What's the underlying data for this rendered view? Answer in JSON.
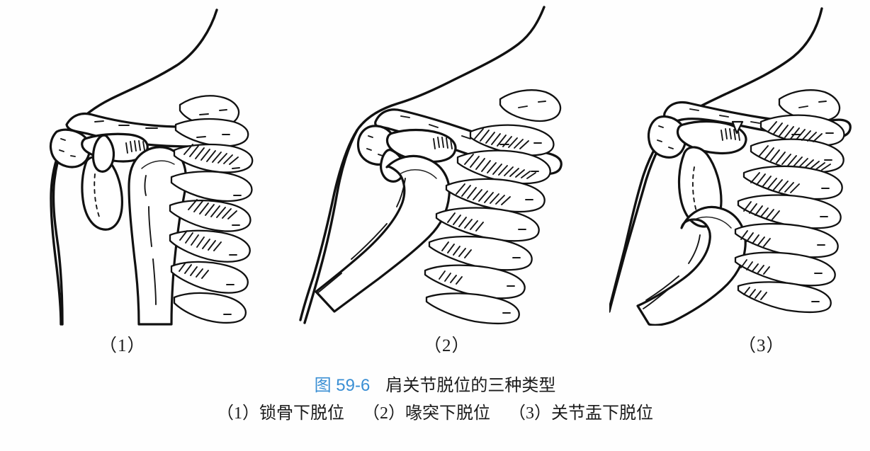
{
  "figure": {
    "label": "图 59-6",
    "label_color": "#3a8fd4",
    "title": "肩关节脱位的三种类型",
    "panel_numbers": [
      "（1）",
      "（2）",
      "（3）"
    ],
    "legend_items": [
      "（1）锁骨下脱位",
      "（2）喙突下脱位",
      "（3）关节盂下脱位"
    ],
    "background_color": "#fefefe",
    "line_color": "#111111"
  },
  "panels": [
    {
      "number": "（1）",
      "name": "subclavicular-dislocation",
      "description": "锁骨下脱位"
    },
    {
      "number": "（2）",
      "name": "subcoracoid-dislocation",
      "description": "喙突下脱位"
    },
    {
      "number": "（3）",
      "name": "subglenoid-dislocation",
      "description": "关节盂下脱位"
    }
  ]
}
